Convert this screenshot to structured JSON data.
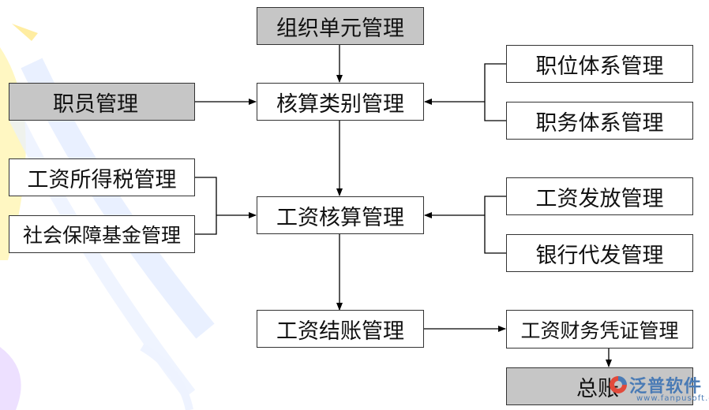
{
  "nodes": {
    "org_unit": "组织单元管理",
    "employee": "职员管理",
    "accounting_category": "核算类别管理",
    "position_system": "职位体系管理",
    "duty_system": "职务体系管理",
    "income_tax": "工资所得税管理",
    "social_security": "社会保障基金管理",
    "salary_accounting": "工资核算管理",
    "salary_payment": "工资发放管理",
    "bank_payment": "银行代发管理",
    "salary_settlement": "工资结账管理",
    "finance_voucher": "工资财务凭证管理",
    "general_ledger": "总账"
  },
  "watermark": {
    "brand": "泛普软件",
    "url": "www.fanpusoft.com"
  },
  "colors": {
    "gray_box": "#c6c6c6",
    "line": "#000000",
    "watermark": "#4a7bb5"
  }
}
